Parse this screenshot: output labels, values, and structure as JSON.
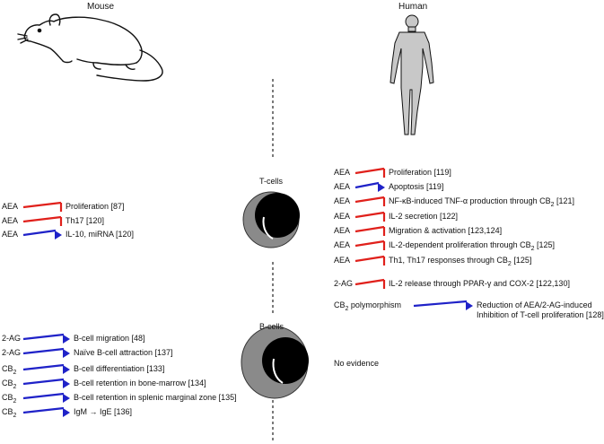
{
  "headers": {
    "mouse": "Mouse",
    "human": "Human"
  },
  "cell_labels": {
    "tcells": "T-cells",
    "bcells": "B-cells"
  },
  "colors": {
    "inhibit": "#e0201b",
    "activate": "#1f22c8",
    "cell_outer": "#8a8a8a",
    "nucleus": "#000000"
  },
  "mouse_tcell": [
    {
      "agent": "AEA",
      "type": "inhibit",
      "effect": "Proliferation [87]"
    },
    {
      "agent": "AEA",
      "type": "inhibit",
      "effect": "Th17 [120]"
    },
    {
      "agent": "AEA",
      "type": "activate",
      "effect": "IL-10, miRNA [120]"
    }
  ],
  "mouse_bcell": [
    {
      "agent": "2-AG",
      "type": "activate",
      "effect": "B-cell migration [48]"
    },
    {
      "agent": "2-AG",
      "type": "activate",
      "effect": "Naïve B-cell attraction [137]"
    },
    {
      "agent": "CB",
      "sub": "2",
      "type": "activate",
      "effect": "B-cell differentiation [133]"
    },
    {
      "agent": "CB",
      "sub": "2",
      "type": "activate",
      "effect": "B-cell retention in bone-marrow [134]"
    },
    {
      "agent": "CB",
      "sub": "2",
      "type": "activate",
      "effect": "B-cell retention in splenic marginal zone [135]"
    },
    {
      "agent": "CB",
      "sub": "2",
      "type": "activate",
      "effect": "IgM → IgE [136]"
    }
  ],
  "human_tcell": [
    {
      "agent": "AEA",
      "type": "inhibit",
      "effect": "Proliferation [119]"
    },
    {
      "agent": "AEA",
      "type": "activate",
      "effect": "Apoptosis [119]"
    },
    {
      "agent": "AEA",
      "type": "inhibit",
      "effect": "NF-κB-induced TNF-α production through CB",
      "effect_sub": "2",
      "effect_tail": " [121]"
    },
    {
      "agent": "AEA",
      "type": "inhibit",
      "effect": "IL-2 secretion [122]"
    },
    {
      "agent": "AEA",
      "type": "inhibit",
      "effect": "Migration & activation [123,124]"
    },
    {
      "agent": "AEA",
      "type": "inhibit",
      "effect": "IL-2-dependent proliferation through CB",
      "effect_sub": "2",
      "effect_tail": " [125]"
    },
    {
      "agent": "AEA",
      "type": "inhibit",
      "effect": "Th1, Th17 responses through CB",
      "effect_sub": "2",
      "effect_tail": " [125]"
    },
    {
      "agent": "2-AG",
      "type": "inhibit",
      "effect": "IL-2 release through PPAR-γ and COX-2 [122,130]"
    }
  ],
  "human_polymorphism": {
    "agent": "CB",
    "sub": "2",
    "agent_tail": " polymorphism",
    "type": "activate",
    "effect_line1": "Reduction of AEA/2-AG-induced",
    "effect_line2": "Inhibition of T-cell proliferation [128]"
  },
  "human_bcell": {
    "text": "No evidence"
  }
}
